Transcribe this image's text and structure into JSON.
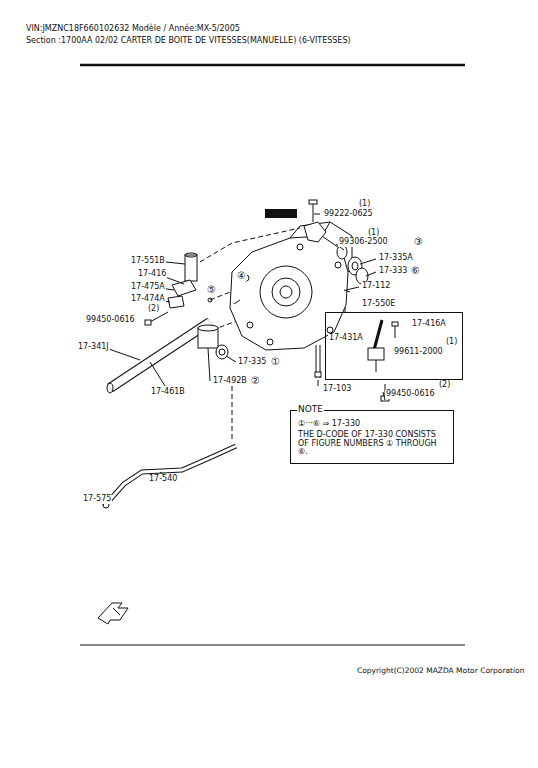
{
  "diagram": {
    "title": "Section :1700AA 02/02 CARTER DE BOITE DE VITESSES(MANUELLE) (6-VITESSES)",
    "caption": "Copyright(C)2002 MAZDA Motor Corporation",
    "nodes": [
      {
        "text": [
          "17-550E",
          "17-416A",
          "17-431A",
          "(1)",
          "99611-2000"
        ]
      },
      {
        "text": [
          "NOTE",
          "①···⑥ ⇒ 17-330",
          "THE D-CODE OF 17-330 CONSISTS OF FIGURE NUMBERS ① THROUGH ⑥."
        ]
      }
    ],
    "edges": [],
    "labels": [
      "VIN:JMZNC18F660102632 Modèle / Année:MX-5/2005",
      "(1)",
      "99222-0625",
      "(1)",
      "99306-2500",
      "③",
      "17-335A",
      "17-333",
      "⑥",
      "17-112",
      "17-551B",
      "17-416",
      "17-475A",
      "17-474A",
      "(2)",
      "99450-0616",
      "⑤",
      "④",
      "17-341J",
      "17-461B",
      "17-335",
      "①",
      "17-492B",
      "②",
      "17-103",
      "(2)",
      "99450-0616",
      "17-540",
      "17-575"
    ]
  }
}
